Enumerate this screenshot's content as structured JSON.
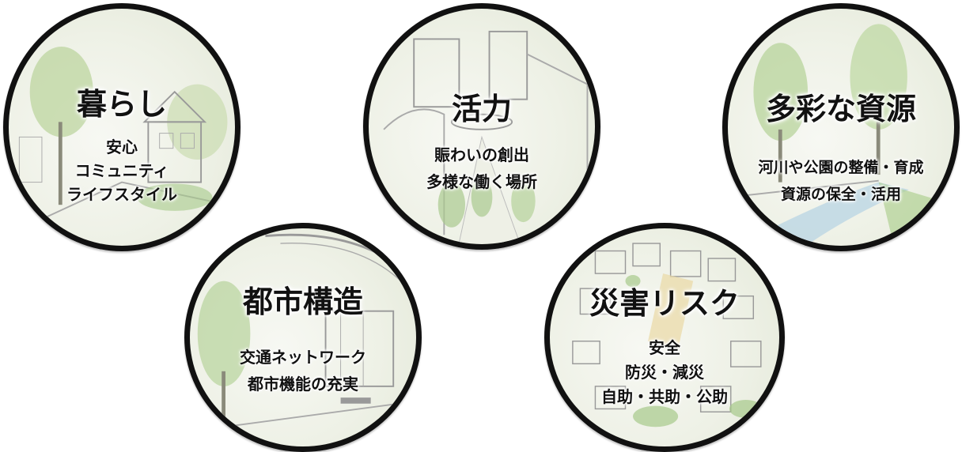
{
  "themes": {
    "kurashi": {
      "title": "暮らし",
      "lines": [
        "安心",
        "コミュニティ",
        "ライフスタイル"
      ]
    },
    "katsuryoku": {
      "title": "活力",
      "lines": [
        "賑わいの創出",
        "多様な働く場所"
      ]
    },
    "shigen": {
      "title": "多彩な資源",
      "lines": [
        "河川や公園の整備・育成",
        "資源の保全・活用"
      ]
    },
    "toshi": {
      "title": "都市構造",
      "lines": [
        "交通ネットワーク",
        "都市機能の充実"
      ]
    },
    "saigai": {
      "title": "災害リスク",
      "lines": [
        "安全",
        "防災・減災",
        "自助・共助・公助"
      ]
    }
  },
  "colors": {
    "ring": "#111111",
    "tree": "#9fbf7a",
    "sketch_line": "#9a9a9a"
  }
}
